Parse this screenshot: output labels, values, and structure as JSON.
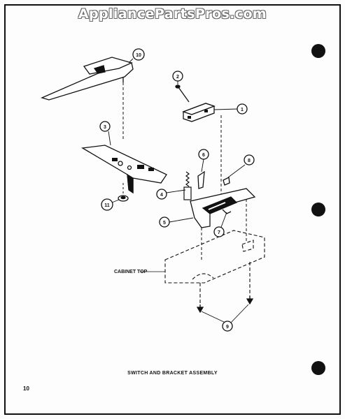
{
  "watermark": "AppliancePartsPros.com",
  "caption": "SWITCH AND BRACKET ASSEMBLY",
  "page_number": "10",
  "labels": {
    "cabinet_top": "CABINET TOP"
  },
  "callouts": [
    "1",
    "2",
    "3",
    "4",
    "5",
    "6",
    "7",
    "8",
    "9",
    "10",
    "11"
  ]
}
